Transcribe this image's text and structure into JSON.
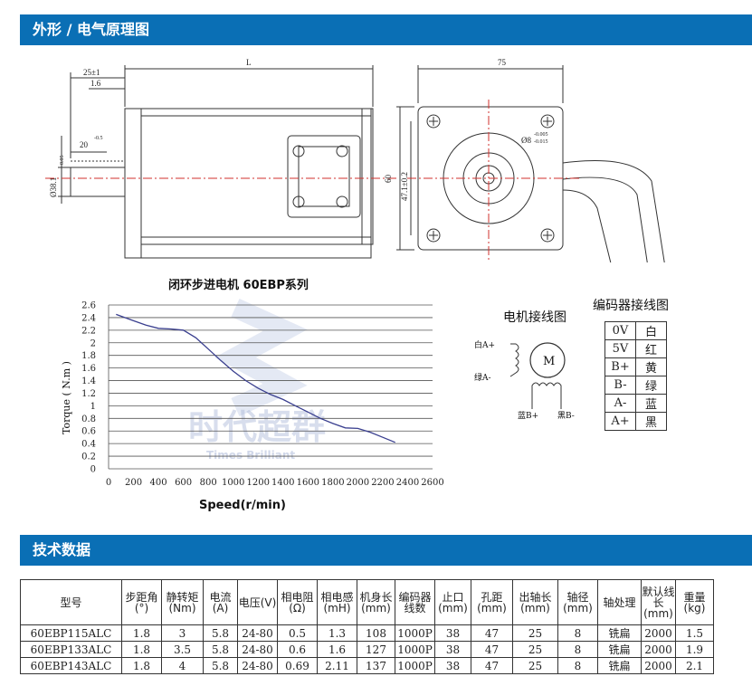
{
  "sections": {
    "drawing_title": "外形 / 电气原理图",
    "tech_title": "技术数据"
  },
  "drawing": {
    "dim_length": "L",
    "dim_25": "25±1",
    "dim_16": "1.6",
    "dim_20": "20",
    "dim_20_tol": "-0.5",
    "dim_shaft": "Ø38.1",
    "dim_shaft_tol": "-0.05",
    "dim_75": "75",
    "dim_60": "60",
    "dim_471": "47.1±0.2",
    "dim_bore": "Ø8",
    "dim_bore_tol_top": "-0.005",
    "dim_bore_tol_bot": "-0.015"
  },
  "chart_data": {
    "type": "line",
    "title": "闭环步进电机 60EBP系列",
    "xlabel": "Speed(r/min)",
    "ylabel": "Torque ( N.m )",
    "xlim": [
      0,
      2600
    ],
    "ylim": [
      0,
      2.6
    ],
    "x_ticks": [
      "0",
      "200",
      "400",
      "600",
      "800",
      "1000",
      "1200",
      "1400",
      "1600",
      "1800",
      "2000",
      "2200",
      "2400",
      "2600"
    ],
    "y_ticks": [
      "0",
      "0.2",
      "0.4",
      "0.6",
      "0.8",
      "1",
      "1.2",
      "1.4",
      "1.6",
      "1.8",
      "2",
      "2.2",
      "2.4",
      "2.6"
    ],
    "grid": true,
    "watermark_text": "时代超群",
    "watermark_sub": "Times Brilliant",
    "x": [
      60,
      200,
      300,
      400,
      500,
      600,
      700,
      800,
      900,
      1000,
      1100,
      1200,
      1300,
      1400,
      1500,
      1600,
      1700,
      1800,
      1900,
      2000,
      2100,
      2200,
      2300
    ],
    "y": [
      2.45,
      2.35,
      2.28,
      2.23,
      2.22,
      2.2,
      2.08,
      1.9,
      1.72,
      1.55,
      1.4,
      1.28,
      1.18,
      1.1,
      1.0,
      0.9,
      0.8,
      0.72,
      0.65,
      0.64,
      0.58,
      0.5,
      0.42
    ]
  },
  "wiring": {
    "title": "电机接线图",
    "motor": "M",
    "a_plus": "白A+",
    "a_minus": "绿A-",
    "b_plus": "蓝B+",
    "b_minus": "黑B-"
  },
  "encoder": {
    "title": "编码器接线图",
    "rows": [
      [
        "0V",
        "白"
      ],
      [
        "5V",
        "红"
      ],
      [
        "B+",
        "黄"
      ],
      [
        "B-",
        "绿"
      ],
      [
        "A-",
        "蓝"
      ],
      [
        "A+",
        "黑"
      ]
    ]
  },
  "specs": {
    "headers": [
      "型号",
      "步距角(°)",
      "静转矩(Nm)",
      "电流(A)",
      "电压(V)",
      "相电阻(Ω)",
      "相电感(mH)",
      "机身长(mm)",
      "编码器线数",
      "止口(mm)",
      "孔距(mm)",
      "出轴长(mm)",
      "轴径(mm)",
      "轴处理",
      "默认线长(mm)",
      "重量(kg)"
    ],
    "rows": [
      [
        "60EBP115ALC",
        "1.8",
        "3",
        "5.8",
        "24-80",
        "0.5",
        "1.3",
        "108",
        "1000P",
        "38",
        "47",
        "25",
        "8",
        "铣扁",
        "2000",
        "1.5"
      ],
      [
        "60EBP133ALC",
        "1.8",
        "3.5",
        "5.8",
        "24-80",
        "0.6",
        "1.6",
        "127",
        "1000P",
        "38",
        "47",
        "25",
        "8",
        "铣扁",
        "2000",
        "1.9"
      ],
      [
        "60EBP143ALC",
        "1.8",
        "4",
        "5.8",
        "24-80",
        "0.69",
        "2.11",
        "137",
        "1000P",
        "38",
        "47",
        "25",
        "8",
        "铣扁",
        "2000",
        "2.1"
      ]
    ]
  },
  "colors": {
    "accent": "#0a6fb5",
    "curve": "#3a3f8f",
    "centerline": "#d0312d",
    "watermark": "#aab8d8"
  }
}
